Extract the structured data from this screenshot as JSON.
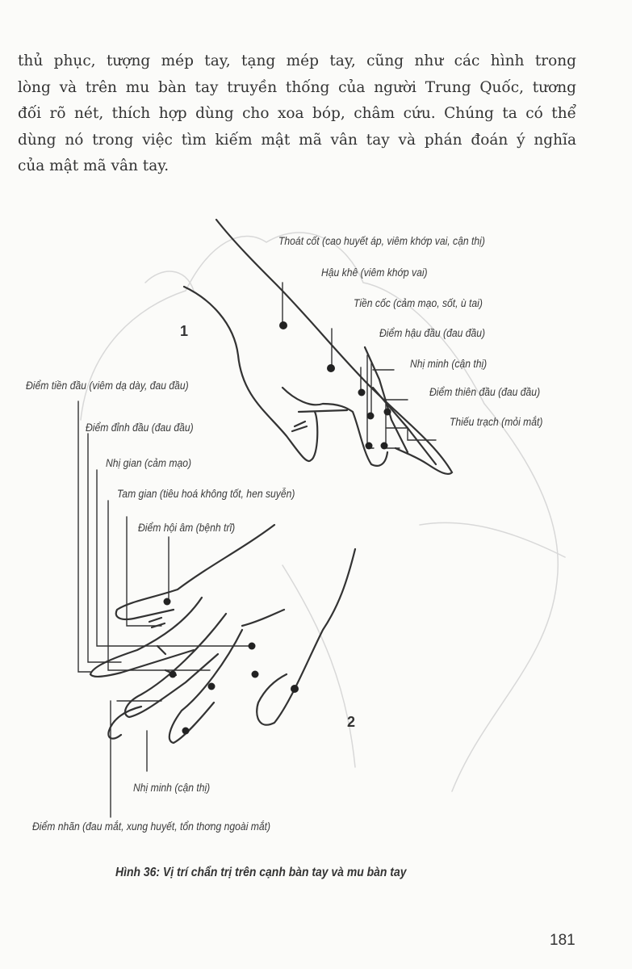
{
  "body_text": [
    "thủ phục, tượng mép tay, tạng mép tay, cũng như các hình trong",
    "lòng và trên mu bàn tay truyền thống của người Trung Quốc, tương",
    "đối rõ nét, thích hợp dùng cho xoa bóp, châm cứu. Chúng ta có thể",
    "dùng nó trong việc tìm kiếm mật mã vân tay và phán đoán ý nghĩa",
    "của mật mã vân tay."
  ],
  "figure": {
    "hand_labels": {
      "hand1": "1",
      "hand2": "2"
    },
    "labels": {
      "thoat_cot": "Thoát cốt (cao huyết áp, viêm khớp vai, cận thị)",
      "hau_khe": "Hậu khê (viêm khớp vai)",
      "tien_coc": "Tiền cốc (cảm mạo, sốt, ù tai)",
      "diem_hau_dau": "Điểm hậu đầu (đau đầu)",
      "nhi_minh_top": "Nhị minh (cận thị)",
      "diem_tien_dau": "Điểm tiền đầu (viêm dạ dày, đau đầu)",
      "diem_thien_dau": "Điểm thiên đầu (đau đầu)",
      "thieu_trach": "Thiếu trạch (mỏi mắt)",
      "diem_dinh_dau": "Điểm đỉnh đầu (đau đầu)",
      "nhi_gian": "Nhị gian (cảm mạo)",
      "tam_gian": "Tam gian (tiêu hoá không tốt, hen suyễn)",
      "diem_hoi_am": "Điểm hội âm (bệnh trĩ)",
      "nhi_minh_bottom": "Nhị minh (cận thị)",
      "diem_nhan": "Điểm nhãn (đau mắt, xung huyết, tổn thơng ngoài mắt)"
    },
    "caption": "Hình 36: Vị trí chẩn trị trên cạnh bàn tay và mu bàn tay"
  },
  "page_number": "181"
}
